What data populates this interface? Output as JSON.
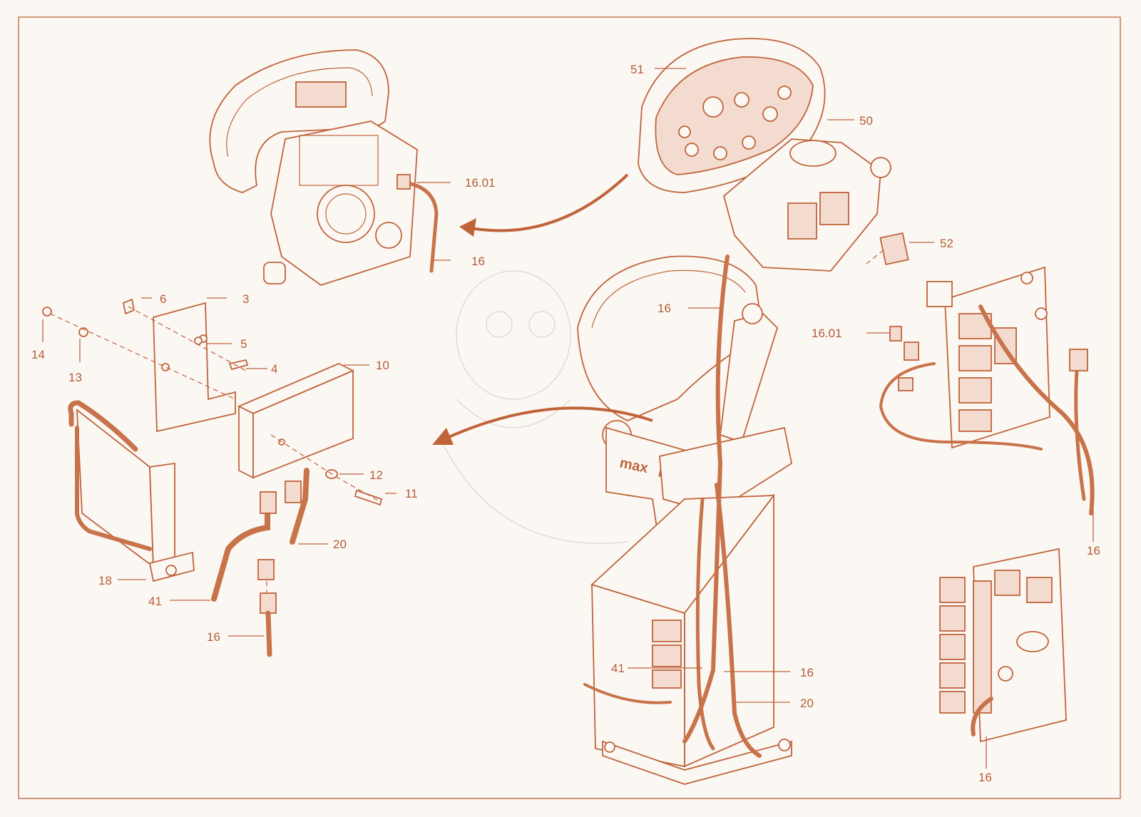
{
  "colors": {
    "line": "#c0633a",
    "label": "#b65a34",
    "fill": "#f3dccf",
    "background": "#fbf8f4"
  },
  "labels": [
    {
      "id": "l-16-01-top",
      "text": "16.01"
    },
    {
      "id": "l-16-top",
      "text": "16"
    },
    {
      "id": "l-51",
      "text": "51"
    },
    {
      "id": "l-50",
      "text": "50"
    },
    {
      "id": "l-52",
      "text": "52"
    },
    {
      "id": "l-16-center",
      "text": "16"
    },
    {
      "id": "l-16-01-right",
      "text": "16.01"
    },
    {
      "id": "l-16-right-board",
      "text": "16"
    },
    {
      "id": "l-16-bottom-right",
      "text": "16"
    },
    {
      "id": "l-3",
      "text": "3"
    },
    {
      "id": "l-6",
      "text": "6"
    },
    {
      "id": "l-5",
      "text": "5"
    },
    {
      "id": "l-4",
      "text": "4"
    },
    {
      "id": "l-14",
      "text": "14"
    },
    {
      "id": "l-13",
      "text": "13"
    },
    {
      "id": "l-10",
      "text": "10"
    },
    {
      "id": "l-12",
      "text": "12"
    },
    {
      "id": "l-11",
      "text": "11"
    },
    {
      "id": "l-20-left",
      "text": "20"
    },
    {
      "id": "l-18",
      "text": "18"
    },
    {
      "id": "l-41-left",
      "text": "41"
    },
    {
      "id": "l-16-left",
      "text": "16"
    },
    {
      "id": "l-41-center",
      "text": "41"
    },
    {
      "id": "l-16-center-low",
      "text": "16"
    },
    {
      "id": "l-20-center",
      "text": "20"
    }
  ],
  "panel_marks": {
    "max": "max",
    "min": "min"
  }
}
